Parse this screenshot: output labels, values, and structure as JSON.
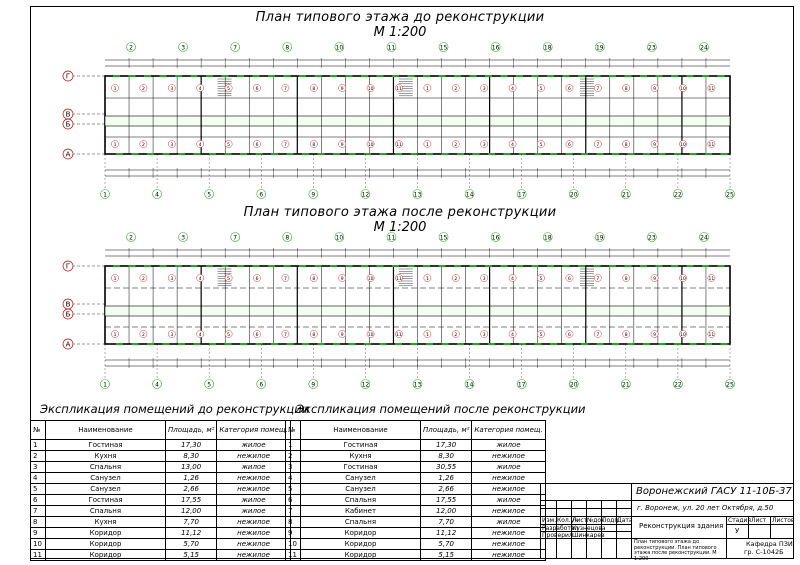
{
  "titles": {
    "plan_before": "План типового этажа до реконструкции",
    "plan_after": "План типового этажа после реконструкции",
    "scale": "М 1:200"
  },
  "axes": {
    "letters": [
      "Г",
      "В",
      "Б",
      "А"
    ],
    "top_before": [
      "2",
      "3",
      "7",
      "8",
      "10",
      "11",
      "15",
      "16",
      "18",
      "19",
      "23",
      "24"
    ],
    "bottom_before": [
      "1",
      "4",
      "5",
      "6",
      "9",
      "12",
      "13",
      "14",
      "17",
      "20",
      "21",
      "22",
      "25"
    ],
    "top_after": [
      "2",
      "3",
      "7",
      "8",
      "10",
      "11",
      "15",
      "16",
      "18",
      "19",
      "23",
      "24"
    ],
    "bottom_after": [
      "1",
      "4",
      "5",
      "6",
      "9",
      "12",
      "13",
      "14",
      "17",
      "20",
      "21",
      "22",
      "25"
    ]
  },
  "table_before": {
    "caption": "Экспликация помещений до реконструкции",
    "headers": {
      "num": "№",
      "name": "Наименование",
      "area": "Площадь, м²",
      "cat": "Категория помещ."
    },
    "rows": [
      {
        "n": "1",
        "name": "Гостиная",
        "area": "17,30",
        "cat": "жилое"
      },
      {
        "n": "2",
        "name": "Кухня",
        "area": "8,30",
        "cat": "нежилое"
      },
      {
        "n": "3",
        "name": "Спальня",
        "area": "13,00",
        "cat": "жилое"
      },
      {
        "n": "4",
        "name": "Санузел",
        "area": "1,26",
        "cat": "нежилое"
      },
      {
        "n": "5",
        "name": "Санузел",
        "area": "2,66",
        "cat": "нежилое"
      },
      {
        "n": "6",
        "name": "Гостиная",
        "area": "17,55",
        "cat": "жилое"
      },
      {
        "n": "7",
        "name": "Спальня",
        "area": "12,00",
        "cat": "жилое"
      },
      {
        "n": "8",
        "name": "Кухня",
        "area": "7,70",
        "cat": "нежилое"
      },
      {
        "n": "9",
        "name": "Коридор",
        "area": "11,12",
        "cat": "нежилое"
      },
      {
        "n": "10",
        "name": "Коридор",
        "area": "5,70",
        "cat": "нежилое"
      },
      {
        "n": "11",
        "name": "Коридор",
        "area": "5,15",
        "cat": "нежилое"
      }
    ]
  },
  "table_after": {
    "caption": "Экспликация помещений после реконструкции",
    "headers": {
      "num": "№",
      "name": "Наименование",
      "area": "Площадь, м²",
      "cat": "Категория помещ."
    },
    "rows": [
      {
        "n": "1",
        "name": "Гостиная",
        "area": "17,30",
        "cat": "жилое"
      },
      {
        "n": "2",
        "name": "Кухня",
        "area": "8,30",
        "cat": "нежилое"
      },
      {
        "n": "3",
        "name": "Гостиная",
        "area": "30,55",
        "cat": "жилое"
      },
      {
        "n": "4",
        "name": "Санузел",
        "area": "1,26",
        "cat": "нежилое"
      },
      {
        "n": "5",
        "name": "Санузел",
        "area": "2,66",
        "cat": "нежилое"
      },
      {
        "n": "6",
        "name": "Спальня",
        "area": "17,55",
        "cat": "жилое"
      },
      {
        "n": "7",
        "name": "Кабинет",
        "area": "12,00",
        "cat": "нежилое"
      },
      {
        "n": "8",
        "name": "Спальня",
        "area": "7,70",
        "cat": "жилое"
      },
      {
        "n": "9",
        "name": "Коридор",
        "area": "11,12",
        "cat": "нежилое"
      },
      {
        "n": "10",
        "name": "Коридор",
        "area": "5,70",
        "cat": "нежилое"
      },
      {
        "n": "11",
        "name": "Коридор",
        "area": "5,15",
        "cat": "нежилое"
      }
    ]
  },
  "stamp": {
    "org": "Воронежский ГАСУ 11-10Б-37",
    "address": "г. Воронеж, ул. 20 лет Октября, д.50",
    "header_cols": [
      "Изм.",
      "Кол.уч",
      "Лист",
      "№док",
      "Подп.",
      "Дата"
    ],
    "role_dev": "Разработал",
    "name_dev": "Кузнецова",
    "role_chk": "Проверил",
    "name_chk": "Шинкарев",
    "project": "Реконструкция здания",
    "stage_label": "Стадия",
    "sheet_label": "Лист",
    "sheets_label": "Листов",
    "stage": "У",
    "sheet_desc": "План типового этажа до реконструкции. План типового этажа после реконструкции. М 1:200",
    "dept": "Кафедра ПЗИ",
    "group": "гр. С-1042Б"
  }
}
